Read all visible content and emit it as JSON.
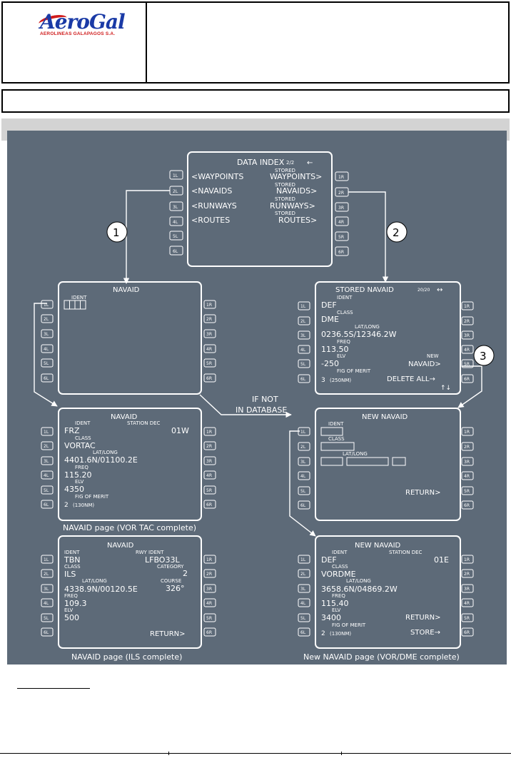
{
  "header": {
    "logo_text": "AeroGal",
    "logo_subtitle": "AEROLINEAS GALAPAGOS S.A."
  },
  "colors": {
    "figure_background": "#5d6a78",
    "screen_line": "#ffffff",
    "logo_blue": "#1a3aa6",
    "logo_red": "#d01c1c"
  },
  "figure": {
    "connector_text": [
      "IF NOT",
      "IN DATABASE"
    ],
    "callouts": [
      "1",
      "2",
      "3"
    ],
    "screens": {
      "data_index": {
        "title": "DATA INDEX",
        "page": "2/2",
        "left_keys": [
          "1L",
          "2L",
          "3L",
          "4L",
          "5L",
          "6L"
        ],
        "right_keys": [
          "1R",
          "2R",
          "3R",
          "4R",
          "5R",
          "6R"
        ],
        "stored_label": "STORED",
        "left_items": [
          "<WAYPOINTS",
          "<NAVAIDS",
          "<RUNWAYS",
          "<ROUTES"
        ],
        "right_items": [
          "WAYPOINTS>",
          "NAVAIDS>",
          "RUNWAYS>",
          "ROUTES>"
        ]
      },
      "navaid_empty": {
        "title": "NAVAID",
        "ident_label": "IDENT"
      },
      "stored_navaid": {
        "title": "STORED NAVAID",
        "page": "20/20",
        "ident_label": "IDENT",
        "ident": "DEF",
        "class_label": "CLASS",
        "class": "DME",
        "latlong_label": "LAT/LONG",
        "latlong": "0236.5S/12346.2W",
        "freq_label": "FREQ",
        "freq": "113.50",
        "elv_label": "ELV",
        "elv": "-250",
        "fom_label": "FIG OF MERIT",
        "fom": "3",
        "fom_unit": "(250NM)",
        "new_label": "NEW",
        "navaid_action": "NAVAID>",
        "delete_action": "DELETE ALL→"
      },
      "navaid_vortac": {
        "title": "NAVAID",
        "ident_label": "IDENT",
        "ident": "FRZ",
        "station_dec_label": "STATION DEC",
        "station_dec": "01W",
        "class_label": "CLASS",
        "class": "VORTAC",
        "latlong_label": "LAT/LONG",
        "latlong": "4401.6N/01100.2E",
        "freq_label": "FREQ",
        "freq": "115.20",
        "elv_label": "ELV",
        "elv": "4350",
        "fom_label": "FIG OF MERIT",
        "fom": "2",
        "fom_unit": "(130NM)",
        "caption": "NAVAID page (VOR TAC complete)"
      },
      "new_navaid_empty": {
        "title": "NEW NAVAID",
        "ident_label": "IDENT",
        "class_label": "CLASS",
        "latlong_label": "LAT/LONG",
        "return_action": "RETURN>"
      },
      "navaid_ils": {
        "title": "NAVAID",
        "ident_label": "IDENT",
        "ident": "TBN",
        "rwy_ident_label": "RWY IDENT",
        "rwy_ident": "LFBO33L",
        "class_label": "CLASS",
        "class": "ILS",
        "category_label": "CATEGORY",
        "category": "2",
        "latlong_label": "LAT/LONG",
        "latlong": "4338.9N/00120.5E",
        "course_label": "COURSE",
        "course": "326°",
        "freq_label": "FREQ",
        "freq": "109.3",
        "elv_label": "ELV",
        "elv": "500",
        "return_action": "RETURN>",
        "caption": "NAVAID page (ILS complete)"
      },
      "new_navaid_vordme": {
        "title": "NEW NAVAID",
        "ident_label": "IDENT",
        "ident": "DEF",
        "station_dec_label": "STATION DEC",
        "station_dec": "01E",
        "class_label": "CLASS",
        "class": "VORDME",
        "latlong_label": "LAT/LONG",
        "latlong": "3658.6N/04869.2W",
        "freq_label": "FREQ",
        "freq": "115.40",
        "elv_label": "ELV",
        "elv": "3400",
        "fom_label": "FIG OF MERIT",
        "fom": "2",
        "fom_unit": "(130NM)",
        "return_action": "RETURN>",
        "store_action": "STORE→",
        "caption": "New NAVAID page (VOR/DME complete)"
      }
    }
  }
}
